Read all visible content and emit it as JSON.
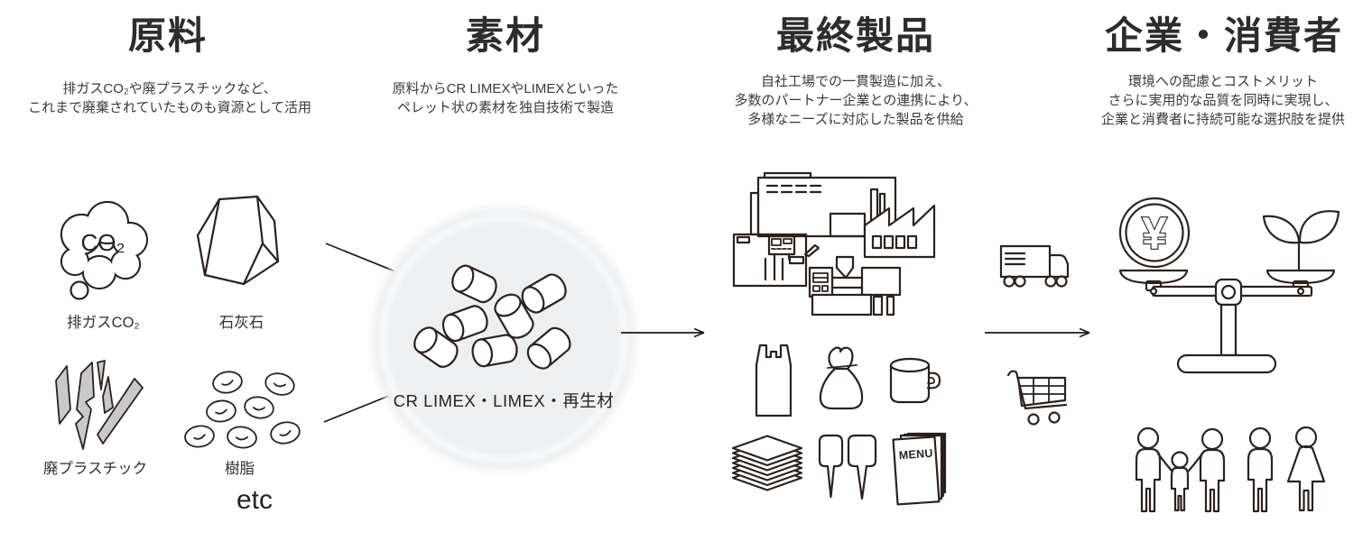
{
  "colors": {
    "line": "#2b211e",
    "text": "#2e2c2b",
    "shard_fill": "#c9c9c9",
    "circle_fill": "#edeff1"
  },
  "columns": [
    {
      "id": "raw-materials",
      "title": "原料",
      "desc_lines": [
        "排ガスCO₂や廃プラスチックなど、",
        "これまで廃棄されていたものも資源として活用"
      ]
    },
    {
      "id": "material",
      "title": "素材",
      "desc_lines": [
        "原料からCR LIMEXやLIMEXといった",
        "ペレット状の素材を独自技術で製造"
      ]
    },
    {
      "id": "final-products",
      "title": "最終製品",
      "desc_lines": [
        "自社工場での一貫製造に加え、",
        "多数のパートナー企業との連携により、",
        "多様なニーズに対応した製品を供給"
      ]
    },
    {
      "id": "companies-consumers",
      "title": "企業・消費者",
      "desc_lines": [
        "環境への配慮とコストメリット",
        "さらに実用的な品質を同時に実現し、",
        "企業と消費者に持続可能な選択肢を提供"
      ]
    }
  ],
  "raw_materials": {
    "co2_bubble_text": "CO₂",
    "labels": {
      "exhaust_co2": "排ガスCO₂",
      "limestone": "石灰石",
      "waste_plastic": "廃プラスチック",
      "resin": "樹脂"
    },
    "etc_label": "etc"
  },
  "material_pellets_label": "CR LIMEX・LIMEX・再生材",
  "final_products": {
    "menu_book_label": "MENU"
  },
  "companies_consumers": {
    "yen_symbol": "¥"
  }
}
